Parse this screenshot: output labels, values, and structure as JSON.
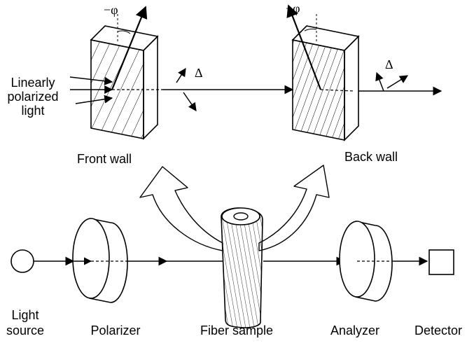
{
  "labels": {
    "front_wall": "Front wall",
    "back_wall": "Back wall",
    "linearly_polarized_light": [
      "Linearly",
      "polarized",
      "light"
    ],
    "light_source": [
      "Light",
      "source"
    ],
    "polarizer": "Polarizer",
    "fiber_sample": "Fiber sample",
    "analyzer": "Analyzer",
    "detector": "Detector"
  },
  "symbols": {
    "front_angle": "−φ",
    "back_angle": "−φ",
    "front_retardation": "Δ",
    "back_retardation": "Δ"
  }
}
